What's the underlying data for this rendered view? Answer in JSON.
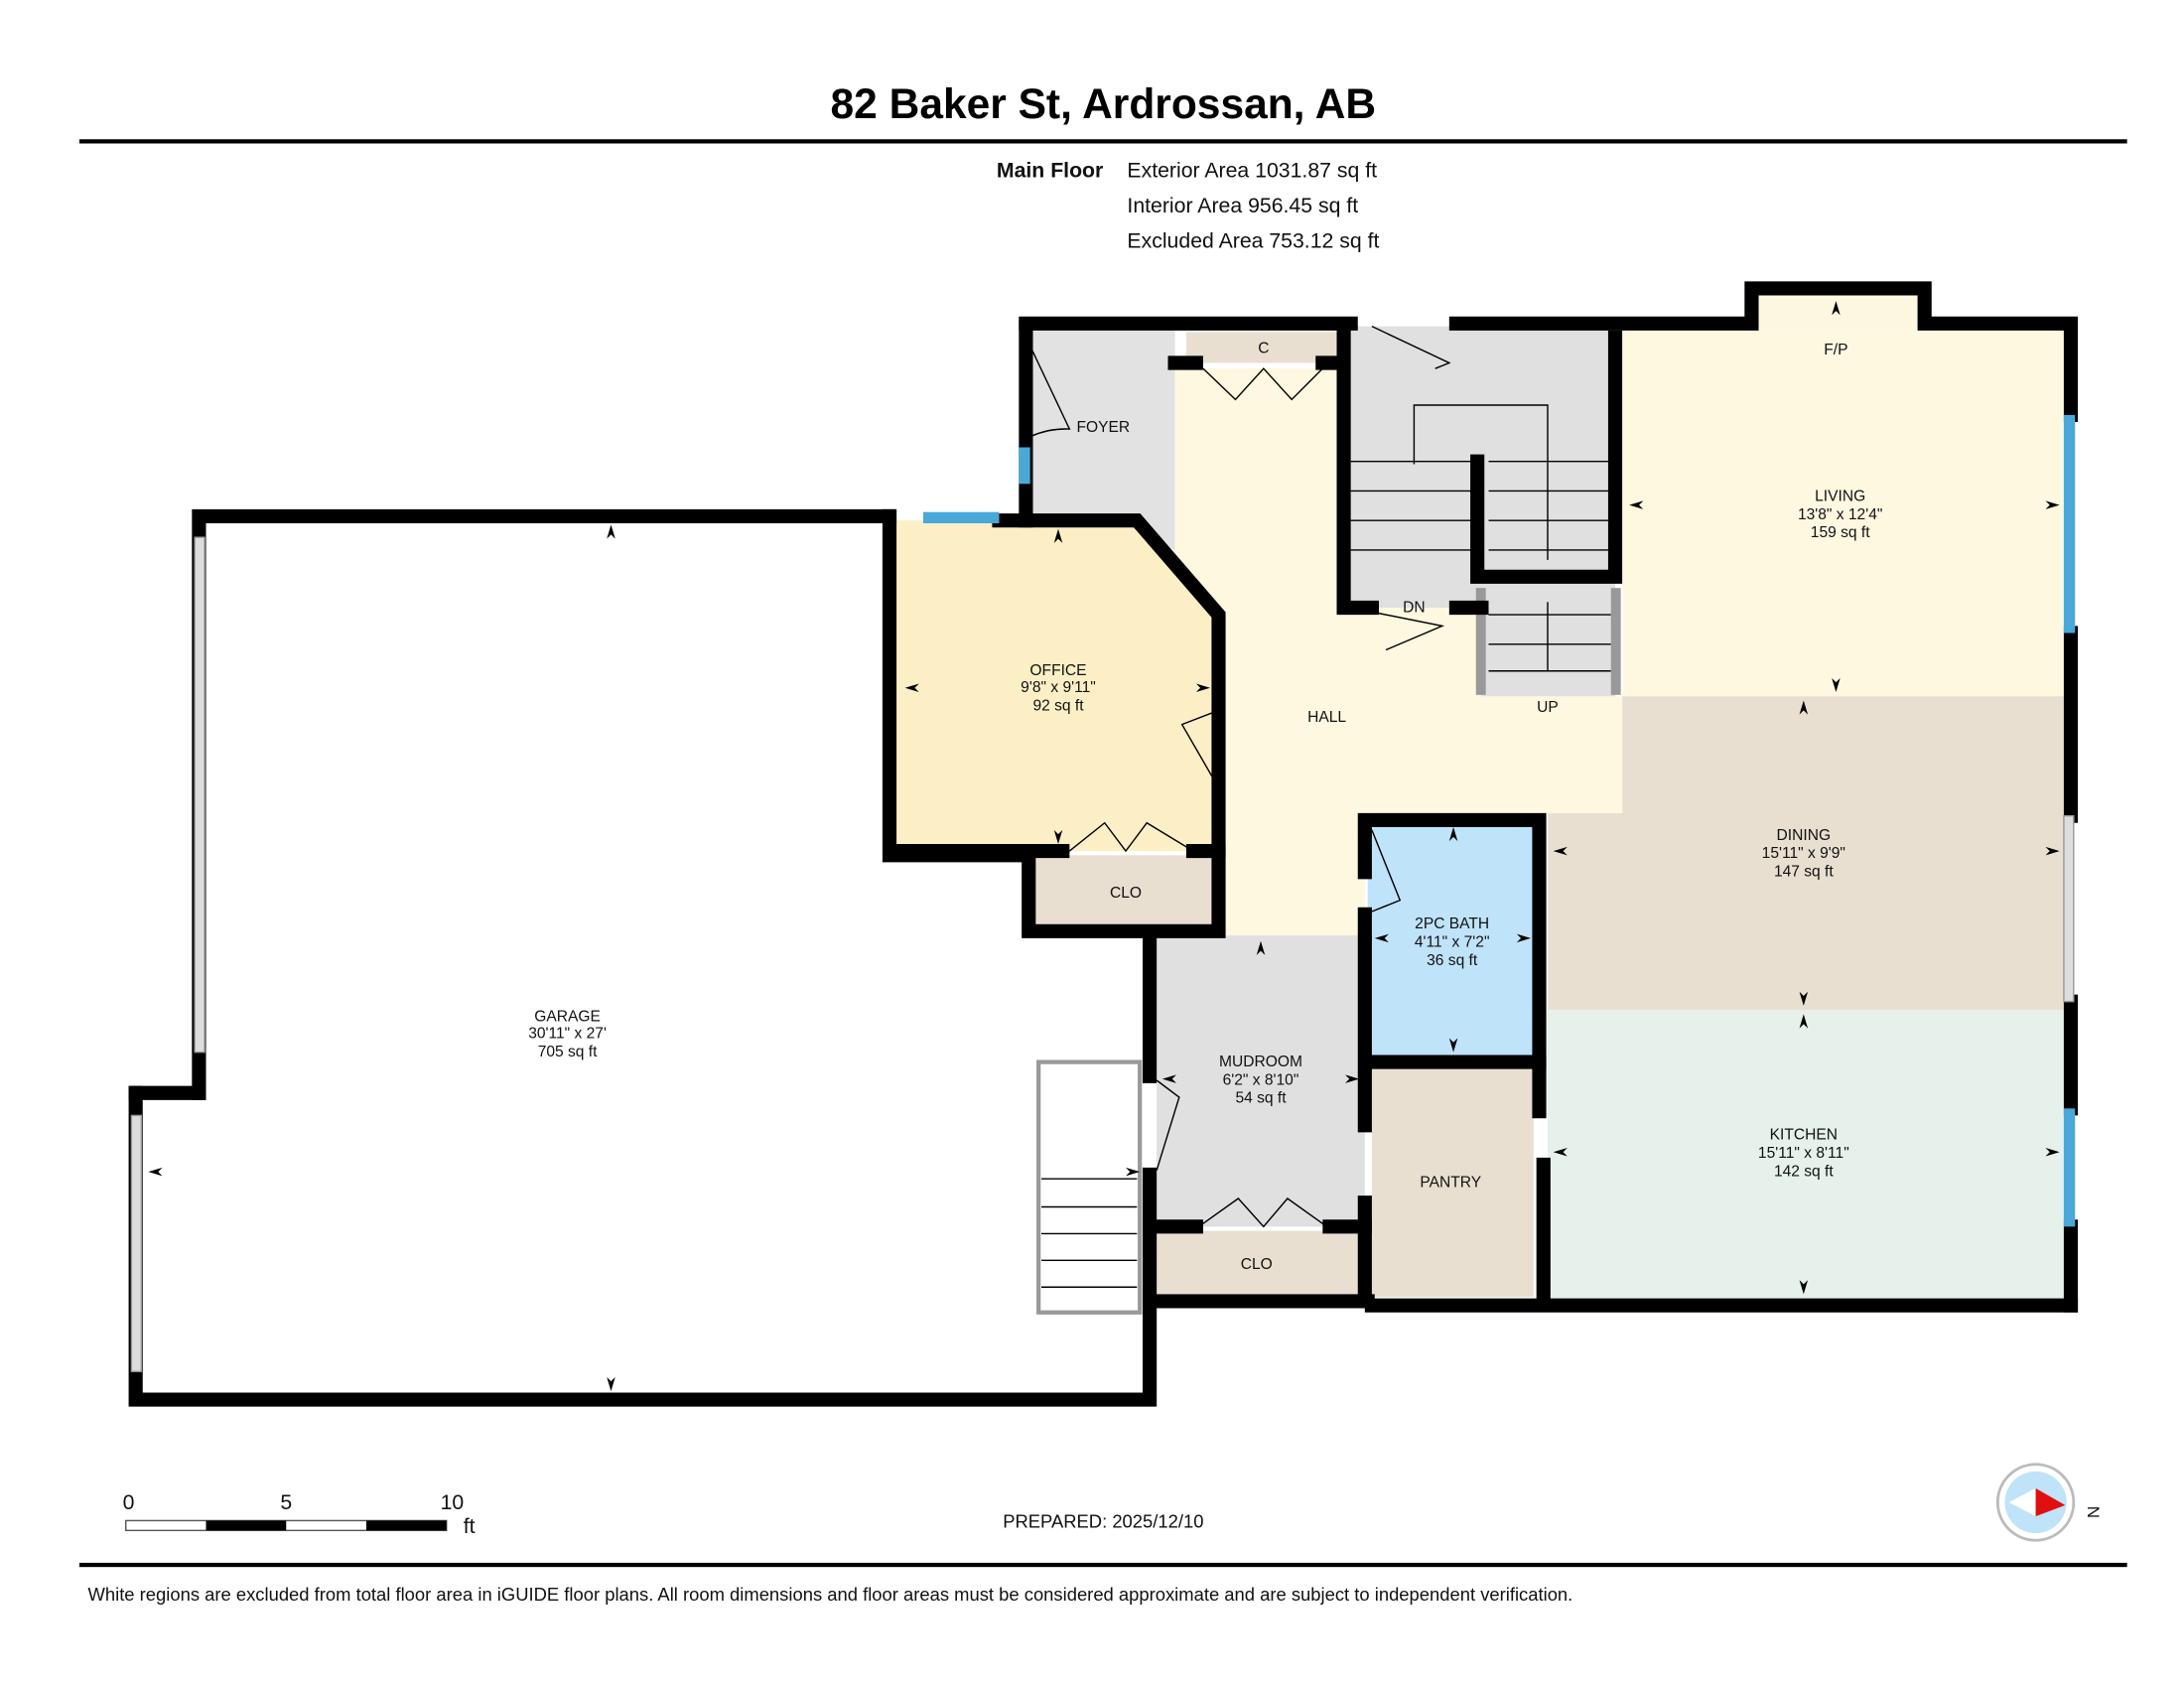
{
  "header": {
    "title": "82 Baker St, Ardrossan, AB"
  },
  "floor_summary": {
    "floor": "Main Floor",
    "exterior": "Exterior Area 1031.87 sq ft",
    "interior": "Interior Area 956.45 sq ft",
    "excluded": "Excluded Area 753.12 sq ft"
  },
  "rooms": {
    "garage": {
      "name": "GARAGE",
      "dims": "30'11\" x 27'",
      "area": "705 sq ft",
      "color": "#ffffff"
    },
    "office": {
      "name": "OFFICE",
      "dims": "9'8\" x 9'11\"",
      "area": "92 sq ft",
      "color": "#fdefc5"
    },
    "foyer": {
      "name": "FOYER",
      "color": "#e2e2e2"
    },
    "hall": {
      "name": "HALL",
      "color": "#fef8e1"
    },
    "living": {
      "name": "LIVING",
      "dims": "13'8\" x 12'4\"",
      "area": "159 sq ft",
      "color": "#fef8e1"
    },
    "dining": {
      "name": "DINING",
      "dims": "15'11\" x 9'9\"",
      "area": "147 sq ft",
      "color": "#e8dfd0"
    },
    "kitchen": {
      "name": "KITCHEN",
      "dims": "15'11\" x 8'11\"",
      "area": "142 sq ft",
      "color": "#e5f1ea"
    },
    "bath": {
      "name": "2PC BATH",
      "dims": "4'11\" x 7'2\"",
      "area": "36 sq ft",
      "color": "#bfe3f9"
    },
    "mudroom": {
      "name": "MUDROOM",
      "dims": "6'2\" x 8'10\"",
      "area": "54 sq ft",
      "color": "#e0e0e0"
    },
    "pantry": {
      "name": "PANTRY",
      "color": "#e8dfd0"
    },
    "clo_office": {
      "name": "CLO",
      "color": "#e8dfd0"
    },
    "clo_mud": {
      "name": "CLO",
      "color": "#e8dfd0"
    },
    "closet_c": {
      "name": "C",
      "color": "#e8dfd0"
    },
    "fireplace": {
      "name": "F/P",
      "color": "#fdf6e0"
    }
  },
  "stairs": {
    "down": "DN",
    "up": "UP"
  },
  "scale_bar": {
    "ticks": [
      "0",
      "5",
      "10"
    ],
    "unit": "ft"
  },
  "prepared": "PREPARED: 2025/12/10",
  "compass": {
    "label": "N"
  },
  "footer": {
    "disclaimer": "White regions are excluded from total floor area in iGUIDE floor plans. All room dimensions and floor areas must be considered approximate and are subject to independent verification."
  },
  "colors": {
    "wall": "#000000",
    "window": "#4aa8d8",
    "stair": "#e0e0e0"
  }
}
